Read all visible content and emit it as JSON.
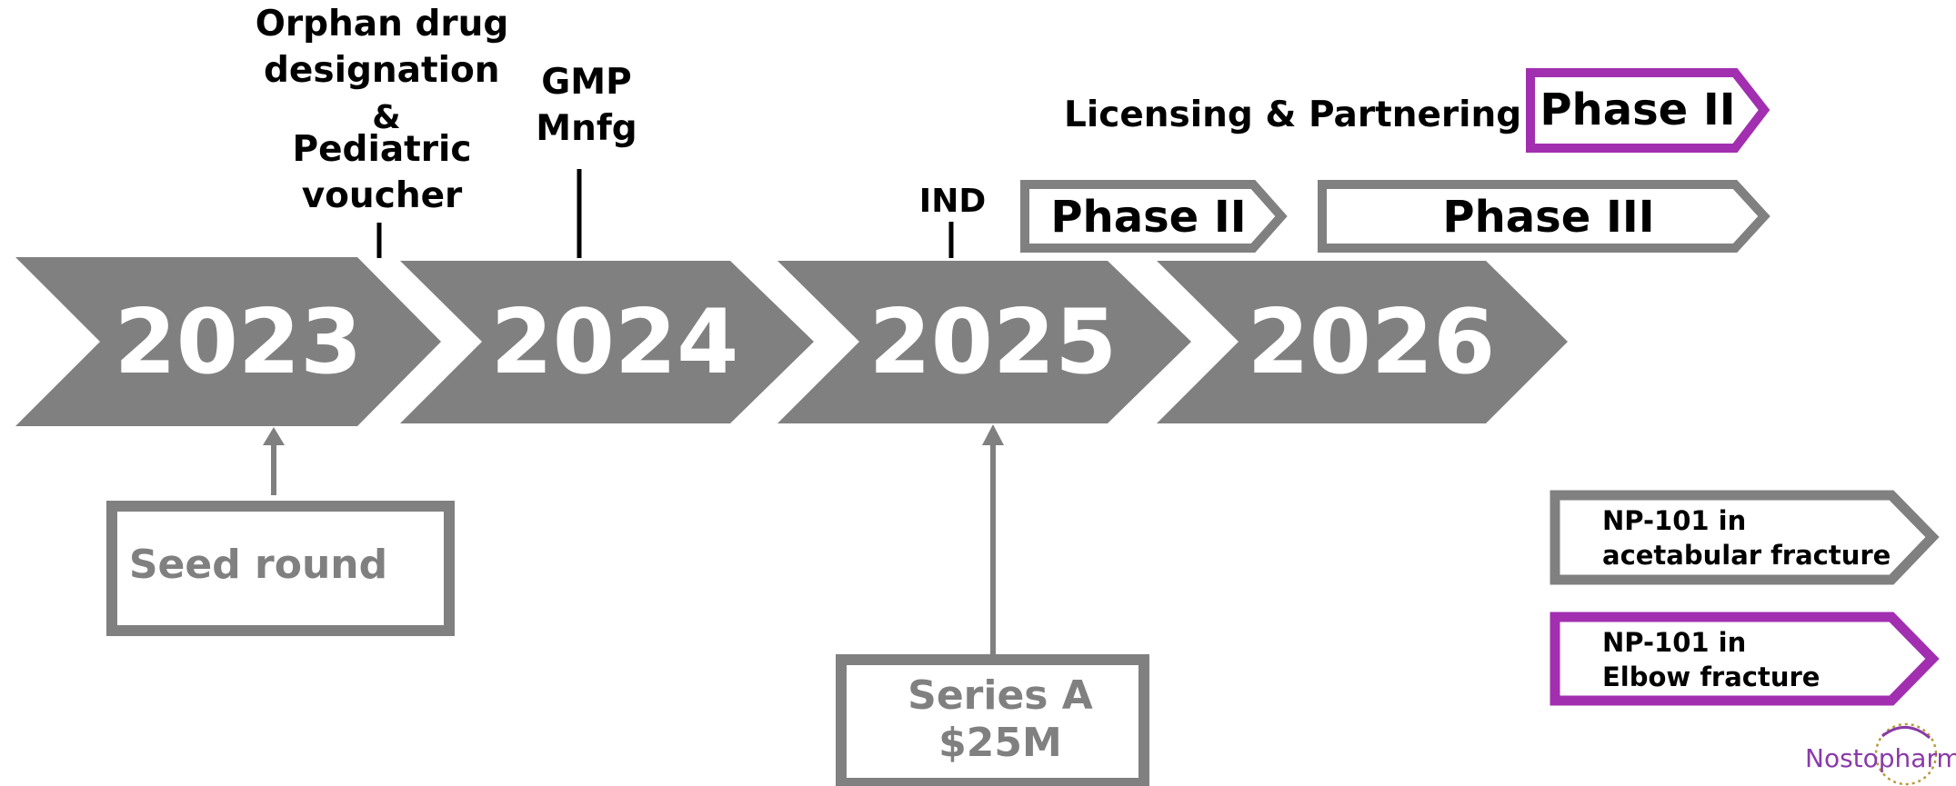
{
  "timeline": {
    "years": [
      "2023",
      "2024",
      "2025",
      "2026"
    ],
    "milestones": {
      "orphan_line1": "Orphan drug",
      "orphan_line2": "designation",
      "amp": "&",
      "pediatric_line1": "Pediatric",
      "pediatric_line2": "voucher",
      "gmp_line1": "GMP",
      "gmp_line2": "Mnfg",
      "ind": "IND",
      "licensing": "Licensing & Partnering"
    },
    "phases": {
      "phase2_acetabular": "Phase II",
      "phase3_acetabular": "Phase III",
      "phase2_elbow": "Phase II"
    },
    "funding": {
      "seed": "Seed round",
      "series_a_line1": "Series A",
      "series_a_line2": "$25M"
    }
  },
  "legend": {
    "acetabular_line1": "NP-101 in",
    "acetabular_line2": "acetabular fracture",
    "elbow_line1": "NP-101 in",
    "elbow_line2": "Elbow fracture"
  },
  "logo": {
    "text": "Nostopharm"
  },
  "colors": {
    "chevron_gray": "#808080",
    "acetabular_outline": "#808080",
    "elbow_outline": "#a12fb0",
    "logo_gold": "#b89a3a",
    "logo_purple": "#8a3aa8"
  }
}
